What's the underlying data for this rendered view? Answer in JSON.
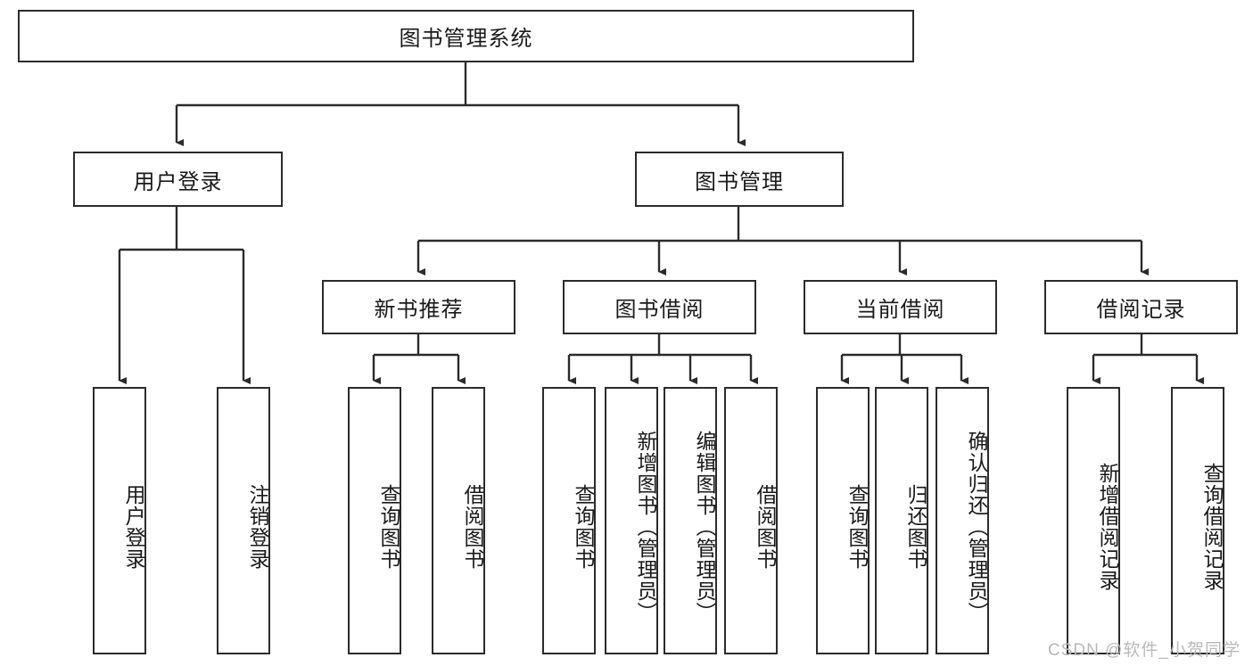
{
  "diagram": {
    "title_node": {
      "id": "root",
      "label": "图书管理系统"
    },
    "level2": [
      {
        "id": "user-login",
        "label": "用户登录"
      },
      {
        "id": "book-manage",
        "label": "图书管理"
      }
    ],
    "level3": [
      {
        "id": "new-book-recommend",
        "label": "新书推荐"
      },
      {
        "id": "book-borrow",
        "label": "图书借阅"
      },
      {
        "id": "current-borrow",
        "label": "当前借阅"
      },
      {
        "id": "borrow-record",
        "label": "借阅记录"
      }
    ],
    "leaves": [
      {
        "id": "leaf-user-login",
        "label": "用户登录",
        "parent": "用户登录"
      },
      {
        "id": "leaf-user-logout",
        "label": "注销登录",
        "parent": "用户登录"
      },
      {
        "id": "leaf-query-book-1",
        "label": "查询图书",
        "parent": "新书推荐"
      },
      {
        "id": "leaf-borrow-book-1",
        "label": "借阅图书",
        "parent": "新书推荐"
      },
      {
        "id": "leaf-query-book-2",
        "label": "查询图书",
        "parent": "图书借阅"
      },
      {
        "id": "leaf-add-book",
        "label": "新增图书（管理员）",
        "parent": "图书借阅"
      },
      {
        "id": "leaf-edit-book",
        "label": "编辑图书（管理员）",
        "parent": "图书借阅"
      },
      {
        "id": "leaf-borrow-book-2",
        "label": "借阅图书",
        "parent": "图书借阅"
      },
      {
        "id": "leaf-query-book-3",
        "label": "查询图书",
        "parent": "当前借阅"
      },
      {
        "id": "leaf-return-book",
        "label": "归还图书",
        "parent": "当前借阅"
      },
      {
        "id": "leaf-confirm-return",
        "label": "确认归还（管理员）",
        "parent": "当前借阅"
      },
      {
        "id": "leaf-add-record",
        "label": "新增借阅记录",
        "parent": "借阅记录"
      },
      {
        "id": "leaf-query-record",
        "label": "查询借阅记录",
        "parent": "借阅记录"
      }
    ],
    "watermark": "CSDN @软件_小贺同学",
    "colors": {
      "stroke": "#2b2b2b",
      "fill": "#ffffff",
      "text": "#1a1a1a",
      "watermark": "#b9b9b9"
    }
  }
}
